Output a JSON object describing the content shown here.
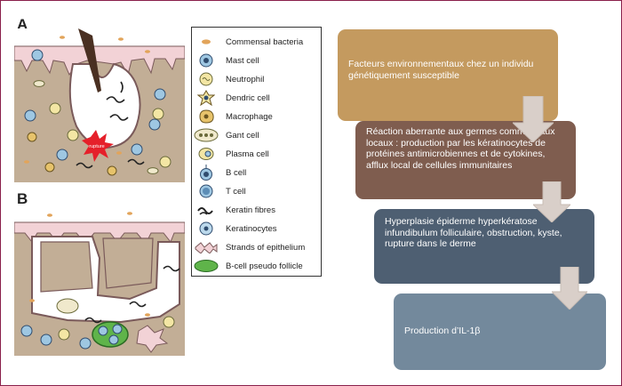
{
  "panels": {
    "a": "A",
    "b": "B"
  },
  "rupture_label": "rupture",
  "legend": [
    {
      "icon": "commensal-bacteria-icon",
      "label": "Commensal bacteria"
    },
    {
      "icon": "mast-cell-icon",
      "label": "Mast cell"
    },
    {
      "icon": "neutrophil-icon",
      "label": "Neutrophil"
    },
    {
      "icon": "dendritic-cell-icon",
      "label": "Dendric cell"
    },
    {
      "icon": "macrophage-icon",
      "label": "Macrophage"
    },
    {
      "icon": "giant-cell-icon",
      "label": "Gant cell"
    },
    {
      "icon": "plasma-cell-icon",
      "label": "Plasma cell"
    },
    {
      "icon": "b-cell-icon",
      "label": "B cell"
    },
    {
      "icon": "t-cell-icon",
      "label": "T cell"
    },
    {
      "icon": "keratin-fibres-icon",
      "label": "Keratin fibres"
    },
    {
      "icon": "keratinocytes-icon",
      "label": "Keratinocytes"
    },
    {
      "icon": "epithelium-strands-icon",
      "label": "Strands of epithelium"
    },
    {
      "icon": "b-cell-follicle-icon",
      "label": "B-cell pseudo follicle"
    }
  ],
  "flow": [
    {
      "text": "Facteurs environnementaux chez un individu génétiquement susceptible",
      "color": "#c49a5f"
    },
    {
      "text": "Réaction aberrante aux germes commensaux locaux : production par les kératinocytes de protéines antimicrobiennes et de cytokines, afflux local de cellules immunitaires",
      "color": "#7f5d4f"
    },
    {
      "text": "Hyperplasie épiderme hyperkératose infundibulum folliculaire, obstruction, kyste, rupture dans le derme",
      "color": "#4e5f72"
    },
    {
      "text": "Production d’IL-1β",
      "color": "#73899c"
    }
  ],
  "arrow_color": "#d9cfc9"
}
